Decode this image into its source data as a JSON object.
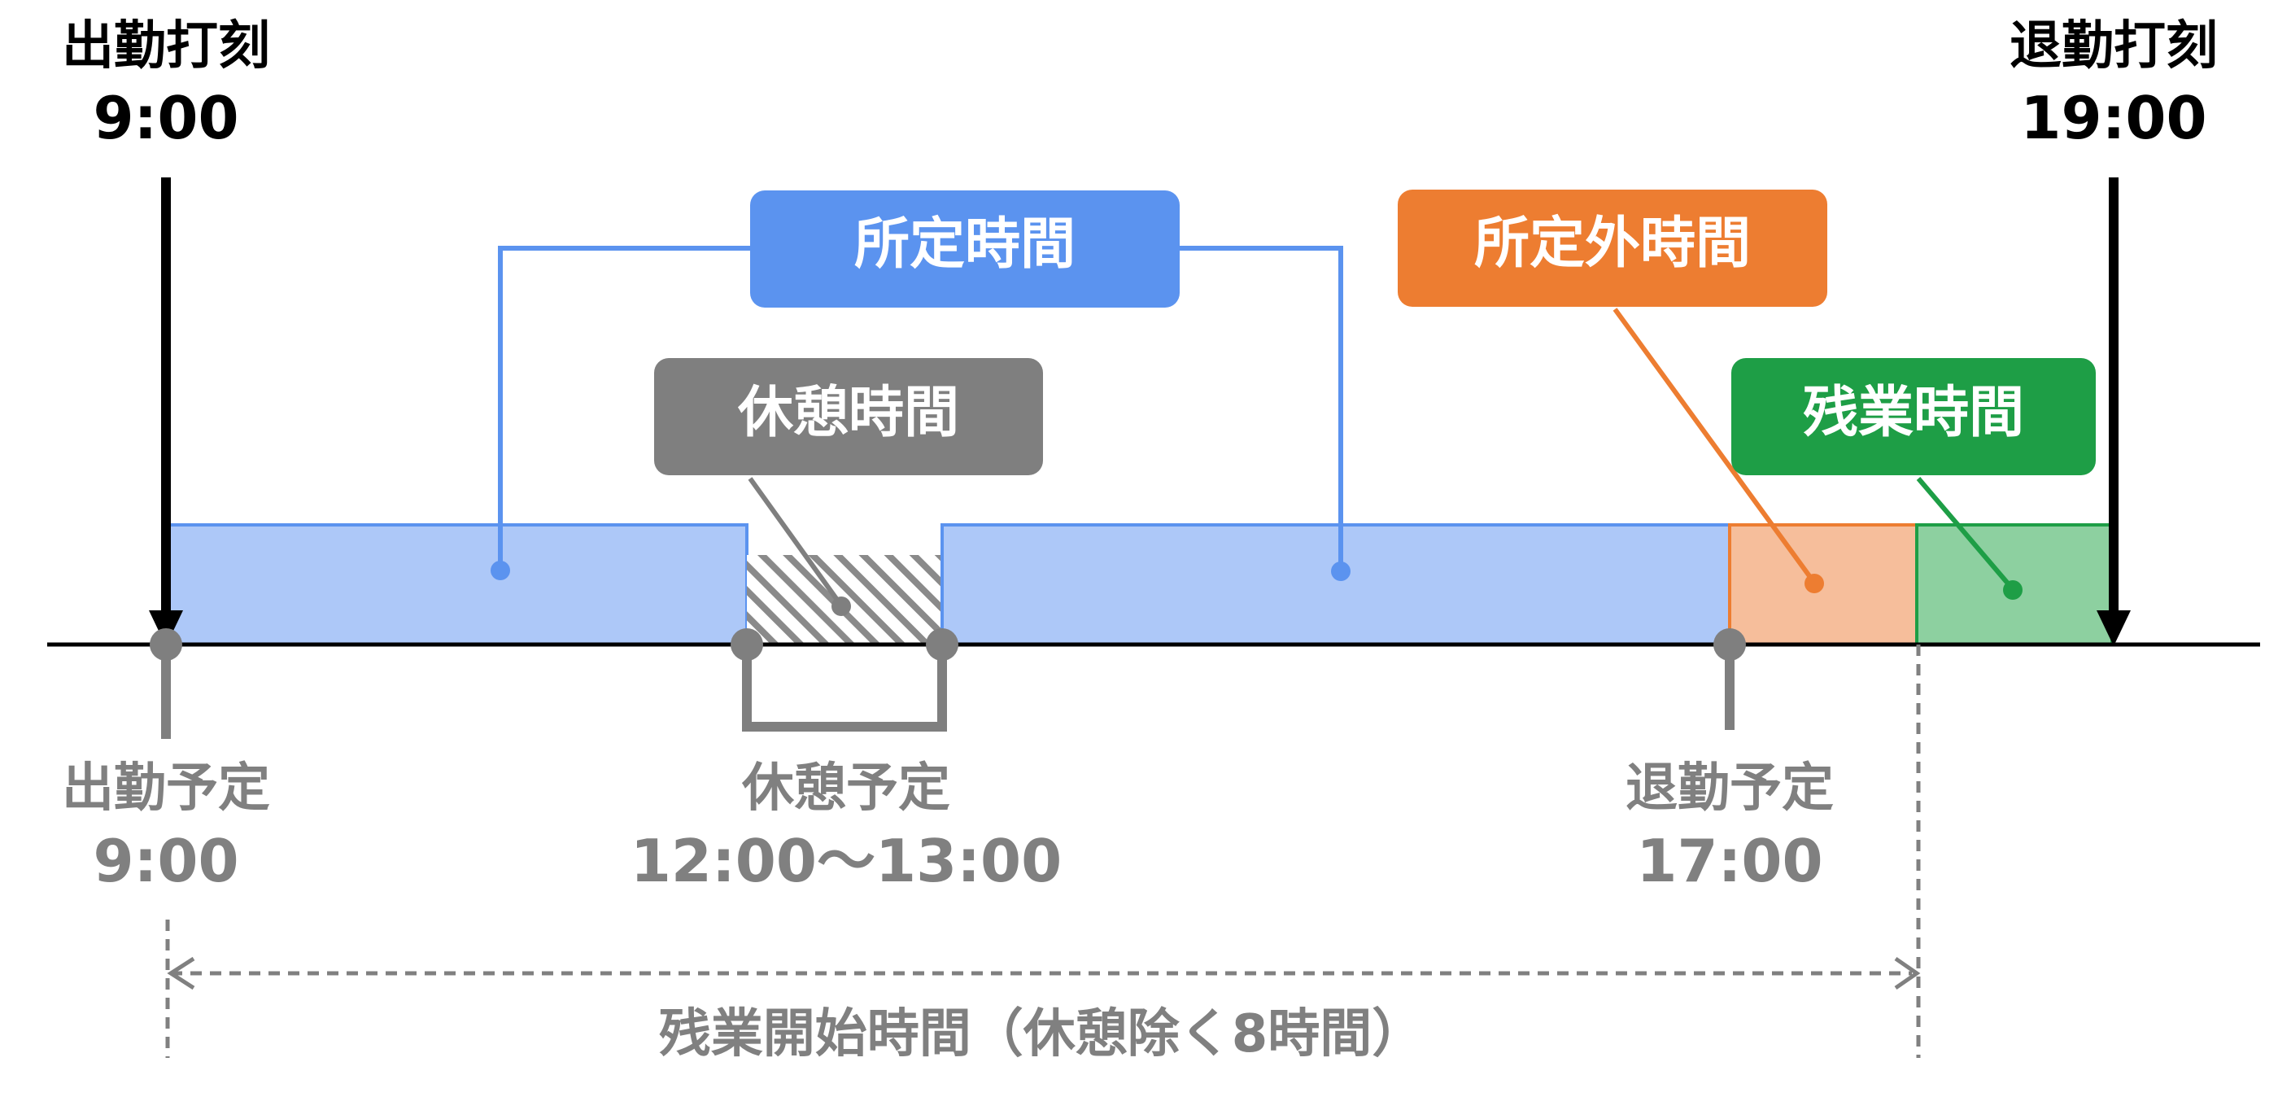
{
  "colors": {
    "scheduled": "#5b93ef",
    "scheduled_fill": "#adc8f8",
    "break": "#7f7f7f",
    "non_scheduled": "#ed7d31",
    "non_scheduled_fill": "#f6be9b",
    "overtime": "#1e9e46",
    "overtime_fill": "#8dd0a0",
    "label_gray": "#808080",
    "black": "#000000"
  },
  "clock_in": {
    "label": "出勤打刻",
    "time": "9:00"
  },
  "clock_out": {
    "label": "退勤打刻",
    "time": "19:00"
  },
  "callouts": {
    "scheduled": "所定時間",
    "break": "休憩時間",
    "non_scheduled": "所定外時間",
    "overtime": "残業時間"
  },
  "schedule_labels": {
    "start": {
      "label": "出勤予定",
      "time": "9:00"
    },
    "break": {
      "label": "休憩予定",
      "time": "12:00～13:00"
    },
    "end": {
      "label": "退勤予定",
      "time": "17:00"
    }
  },
  "overtime_start": "残業開始時間（休憩除く8時間）"
}
